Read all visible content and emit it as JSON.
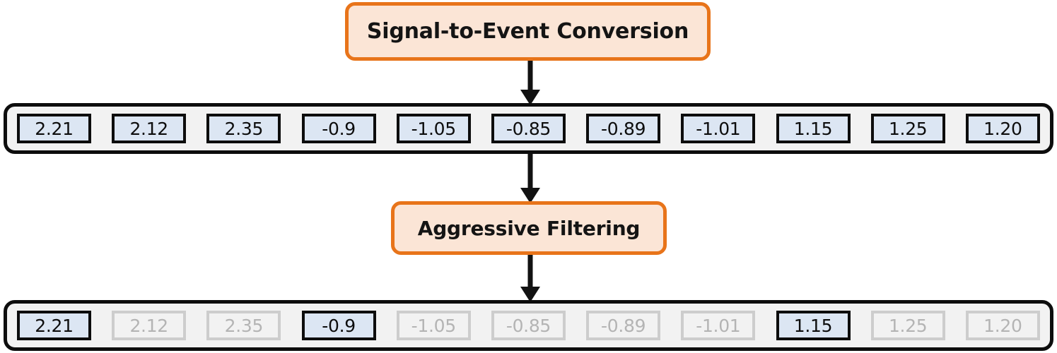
{
  "diagram": {
    "title_top": "Signal-to-Event Conversion",
    "title_mid": "Aggressive Filtering",
    "colors": {
      "process_border": "#e8741a",
      "process_fill": "#fbe5d6",
      "cell_active_fill": "#dce6f3",
      "cell_active_border": "#0d0d0d",
      "cell_muted_border": "#cdcdcd",
      "cell_muted_text": "#b4b4b4",
      "row_fill": "#f2f2f2",
      "row_border": "#0d0d0d",
      "arrow": "#121212"
    }
  },
  "rows": {
    "raw": {
      "name": "raw-signal-sequence",
      "cells": [
        {
          "value": "2.21",
          "state": "active"
        },
        {
          "value": "2.12",
          "state": "active"
        },
        {
          "value": "2.35",
          "state": "active"
        },
        {
          "value": "-0.9",
          "state": "active"
        },
        {
          "value": "-1.05",
          "state": "active"
        },
        {
          "value": "-0.85",
          "state": "active"
        },
        {
          "value": "-0.89",
          "state": "active"
        },
        {
          "value": "-1.01",
          "state": "active"
        },
        {
          "value": "1.15",
          "state": "active"
        },
        {
          "value": "1.25",
          "state": "active"
        },
        {
          "value": "1.20",
          "state": "active"
        }
      ]
    },
    "filtered": {
      "name": "filtered-signal-sequence",
      "cells": [
        {
          "value": "2.21",
          "state": "active"
        },
        {
          "value": "2.12",
          "state": "muted"
        },
        {
          "value": "2.35",
          "state": "muted"
        },
        {
          "value": "-0.9",
          "state": "active"
        },
        {
          "value": "-1.05",
          "state": "muted"
        },
        {
          "value": "-0.85",
          "state": "muted"
        },
        {
          "value": "-0.89",
          "state": "muted"
        },
        {
          "value": "-1.01",
          "state": "muted"
        },
        {
          "value": "1.15",
          "state": "active"
        },
        {
          "value": "1.25",
          "state": "muted"
        },
        {
          "value": "1.20",
          "state": "muted"
        }
      ]
    }
  },
  "arrows": [
    {
      "name": "arrow-conversion-to-raw",
      "direction": "down"
    },
    {
      "name": "arrow-raw-to-filtering",
      "direction": "down"
    },
    {
      "name": "arrow-filtering-to-filtered",
      "direction": "down"
    }
  ]
}
